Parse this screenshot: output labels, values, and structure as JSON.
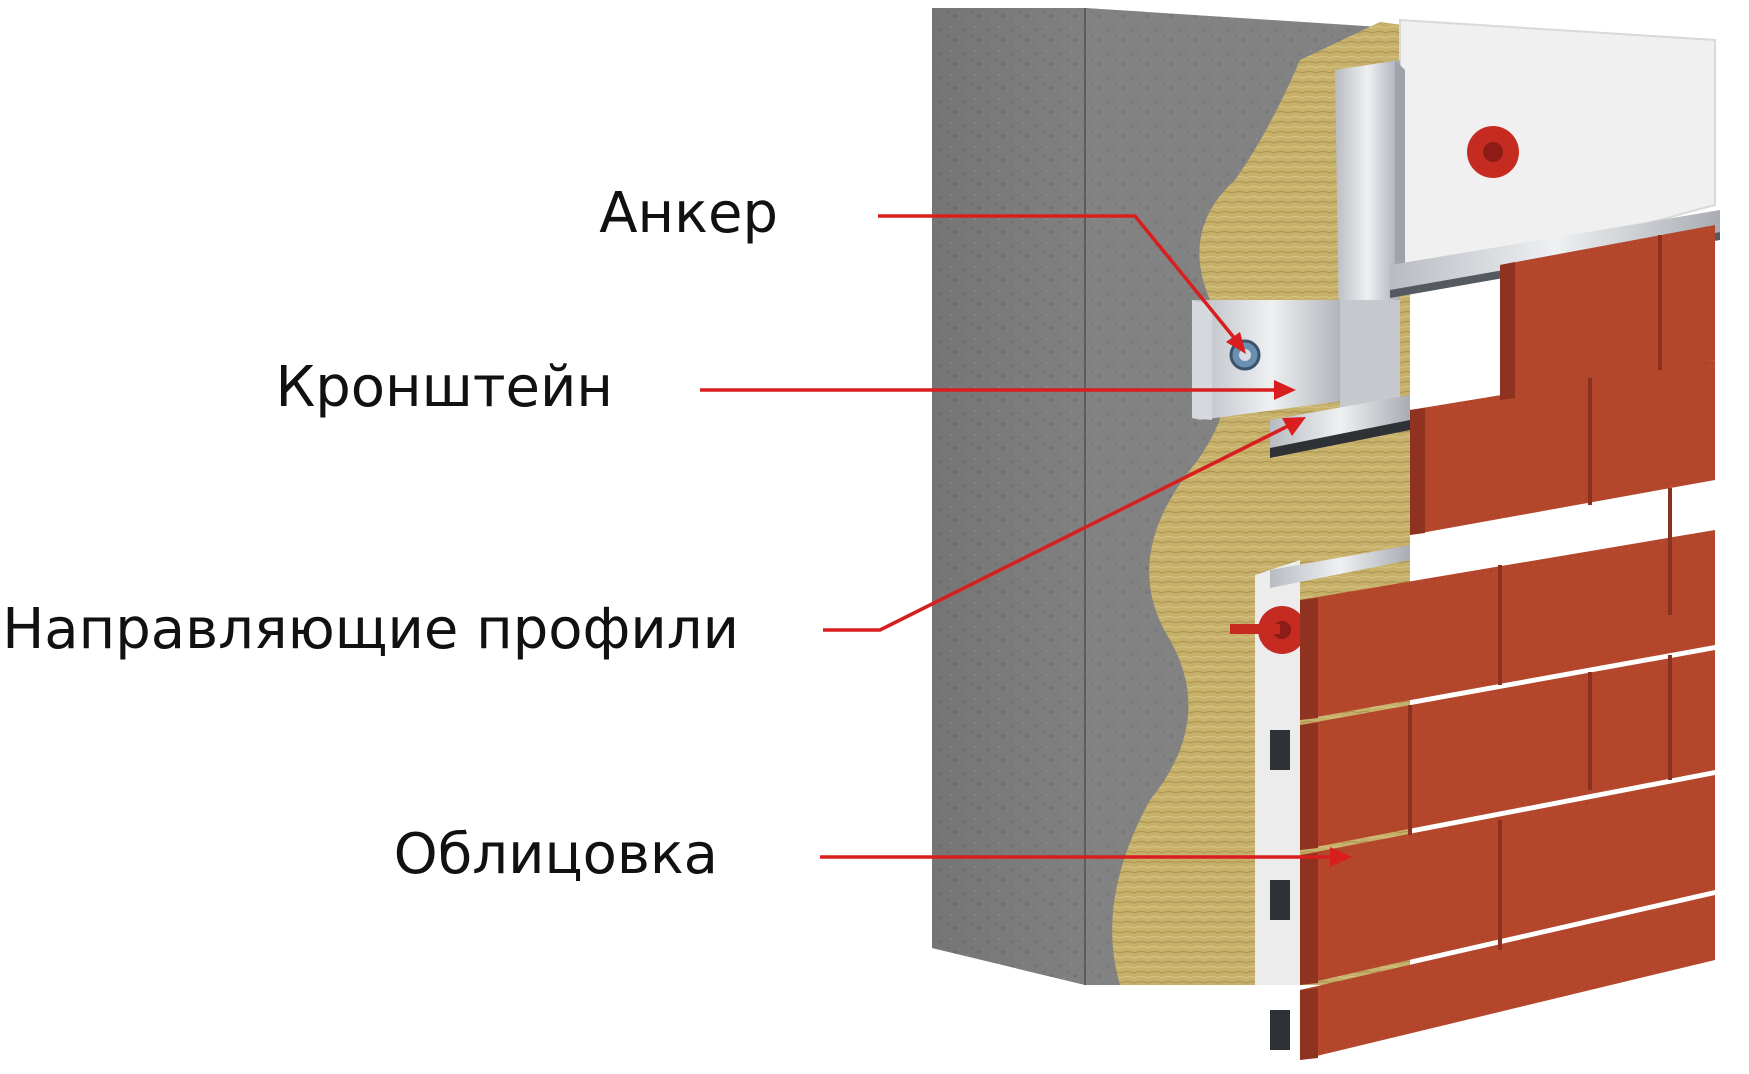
{
  "labels": {
    "anchor": "Анкер",
    "bracket": "Кронштейн",
    "guide_profiles": "Направляющие профили",
    "cladding": "Облицовка"
  },
  "colors": {
    "leader": "#d81e1e",
    "concrete": "#7d7d7d",
    "insulation": "#c7b26e",
    "membrane": "#eeeeee",
    "metal": "#c9ccd1",
    "tile": "#b5452c",
    "text": "#111111"
  }
}
